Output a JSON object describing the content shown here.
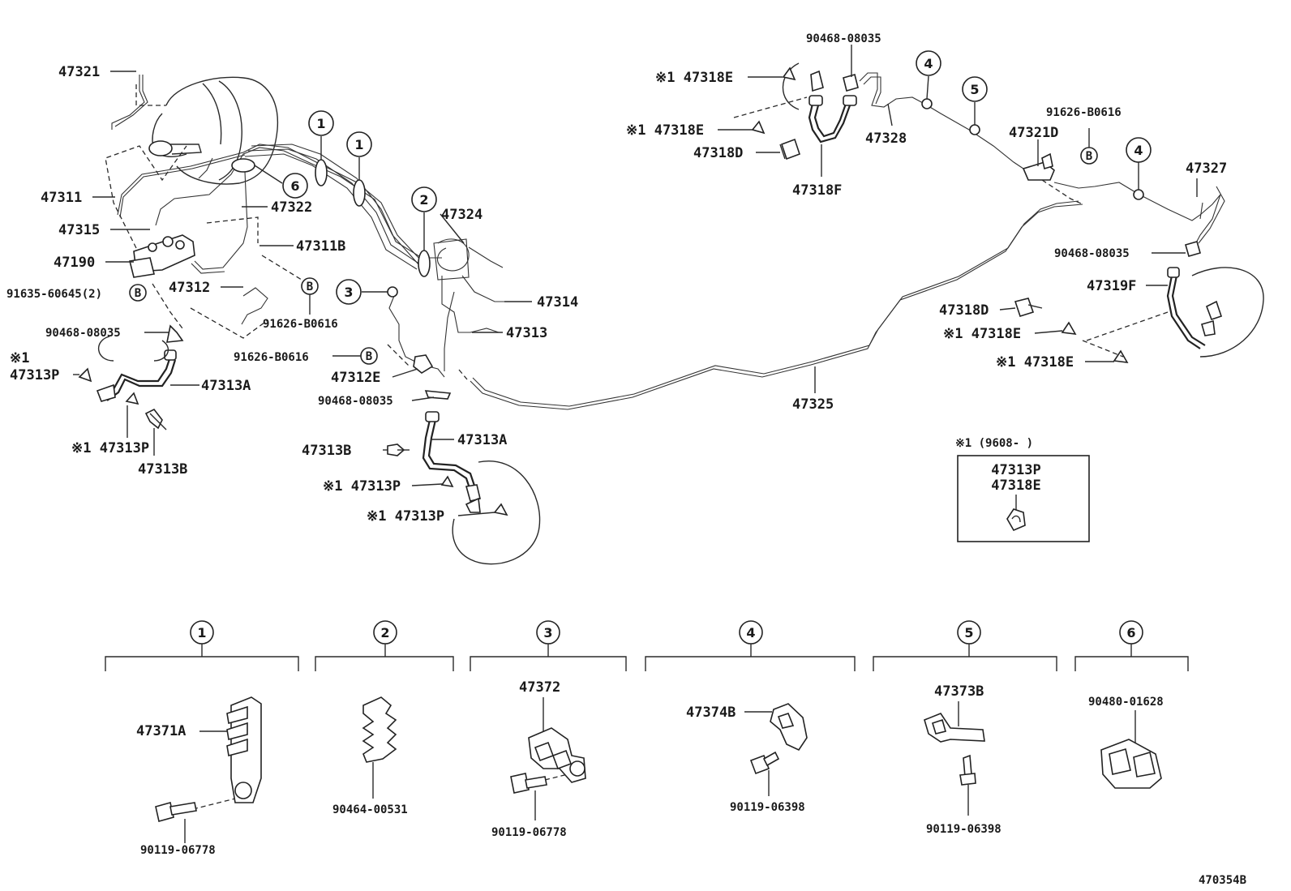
{
  "labels": {
    "p47321": "47321",
    "p47311": "47311",
    "p47315": "47315",
    "p47190": "47190",
    "p91635": "91635-60645(2)",
    "p47312": "47312",
    "p90468_left": "90468-08035",
    "p47313p_note": "※1",
    "p47313p_left": "47313P",
    "p47313a_left": "47313A",
    "p47313p_left2": "※1 47313P",
    "p47313b_left": "47313B",
    "p47322": "47322",
    "p47311b": "47311B",
    "p91626_mid": "91626-B0616",
    "p91626_left": "91626-B0616",
    "p47324": "47324",
    "p47314": "47314",
    "p47313": "47313",
    "p47312e": "47312E",
    "p90468_mid": "90468-08035",
    "p47313b_mid": "47313B",
    "p47313a_mid": "47313A",
    "p47313p_mid1": "※1 47313P",
    "p47313p_mid2": "※1 47313P",
    "p90468_top": "90468-08035",
    "p47318e_top1": "※1 47318E",
    "p47318e_top2": "※1 47318E",
    "p47318d_top": "47318D",
    "p47318f": "47318F",
    "p47328": "47328",
    "p47321d": "47321D",
    "p91626_right": "91626-B0616",
    "p47327": "47327",
    "p90468_right": "90468-08035",
    "p47319f": "47319F",
    "p47318d_right": "47318D",
    "p47318e_right1": "※1 47318E",
    "p47318e_right2": "※1 47318E",
    "p47325": "47325",
    "note_header": "※1 (9608-    )",
    "note_part1": "47313P",
    "note_part2": "47318E",
    "b_marker": "B",
    "diagram_code": "470354B"
  },
  "callouts": [
    "1",
    "2",
    "3",
    "4",
    "5",
    "6"
  ],
  "groups": [
    {
      "num": "1",
      "parts": [
        "47371A",
        "90119-06778"
      ]
    },
    {
      "num": "2",
      "parts": [
        "90464-00531"
      ]
    },
    {
      "num": "3",
      "parts": [
        "47372",
        "90119-06778"
      ]
    },
    {
      "num": "4",
      "parts": [
        "47374B",
        "90119-06398"
      ]
    },
    {
      "num": "5",
      "parts": [
        "47373B",
        "90119-06398"
      ]
    },
    {
      "num": "6",
      "parts": [
        "90480-01628"
      ]
    }
  ]
}
